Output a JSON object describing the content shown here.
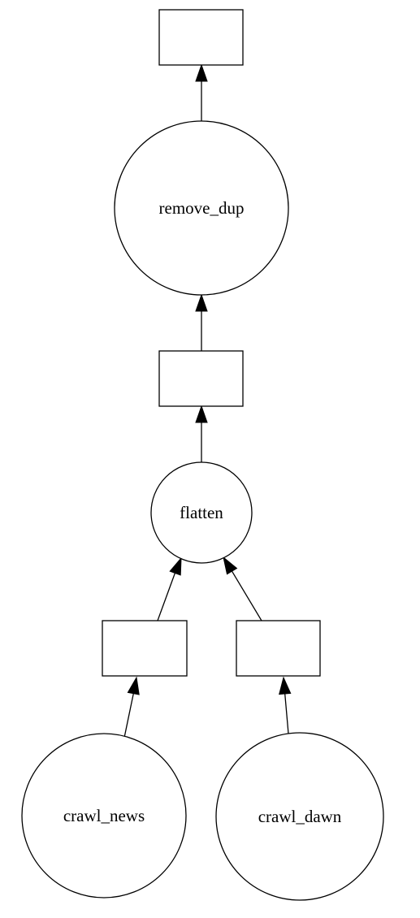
{
  "diagram": {
    "type": "task-graph",
    "nodes": [
      {
        "id": "out_top",
        "shape": "box",
        "label": ""
      },
      {
        "id": "remove_dup",
        "shape": "circle",
        "label": "remove_dup"
      },
      {
        "id": "box_mid",
        "shape": "box",
        "label": ""
      },
      {
        "id": "flatten",
        "shape": "circle",
        "label": "flatten"
      },
      {
        "id": "box_left",
        "shape": "box",
        "label": ""
      },
      {
        "id": "box_right",
        "shape": "box",
        "label": ""
      },
      {
        "id": "crawl_news",
        "shape": "circle",
        "label": "crawl_news"
      },
      {
        "id": "crawl_dawn",
        "shape": "circle",
        "label": "crawl_dawn"
      }
    ],
    "edges": [
      {
        "from": "remove_dup",
        "to": "out_top"
      },
      {
        "from": "box_mid",
        "to": "remove_dup"
      },
      {
        "from": "flatten",
        "to": "box_mid"
      },
      {
        "from": "box_left",
        "to": "flatten"
      },
      {
        "from": "box_right",
        "to": "flatten"
      },
      {
        "from": "crawl_news",
        "to": "box_left"
      },
      {
        "from": "crawl_dawn",
        "to": "box_right"
      }
    ]
  }
}
